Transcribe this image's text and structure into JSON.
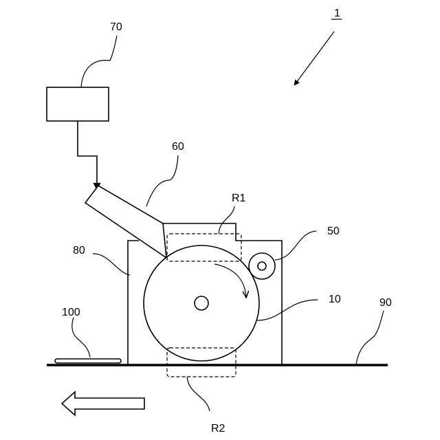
{
  "labels": {
    "system": "1",
    "drum": "10",
    "roller": "50",
    "nozzle": "60",
    "controller": "70",
    "housing": "80",
    "floor": "90",
    "item": "100",
    "region_upper": "R1",
    "region_lower": "R2"
  }
}
